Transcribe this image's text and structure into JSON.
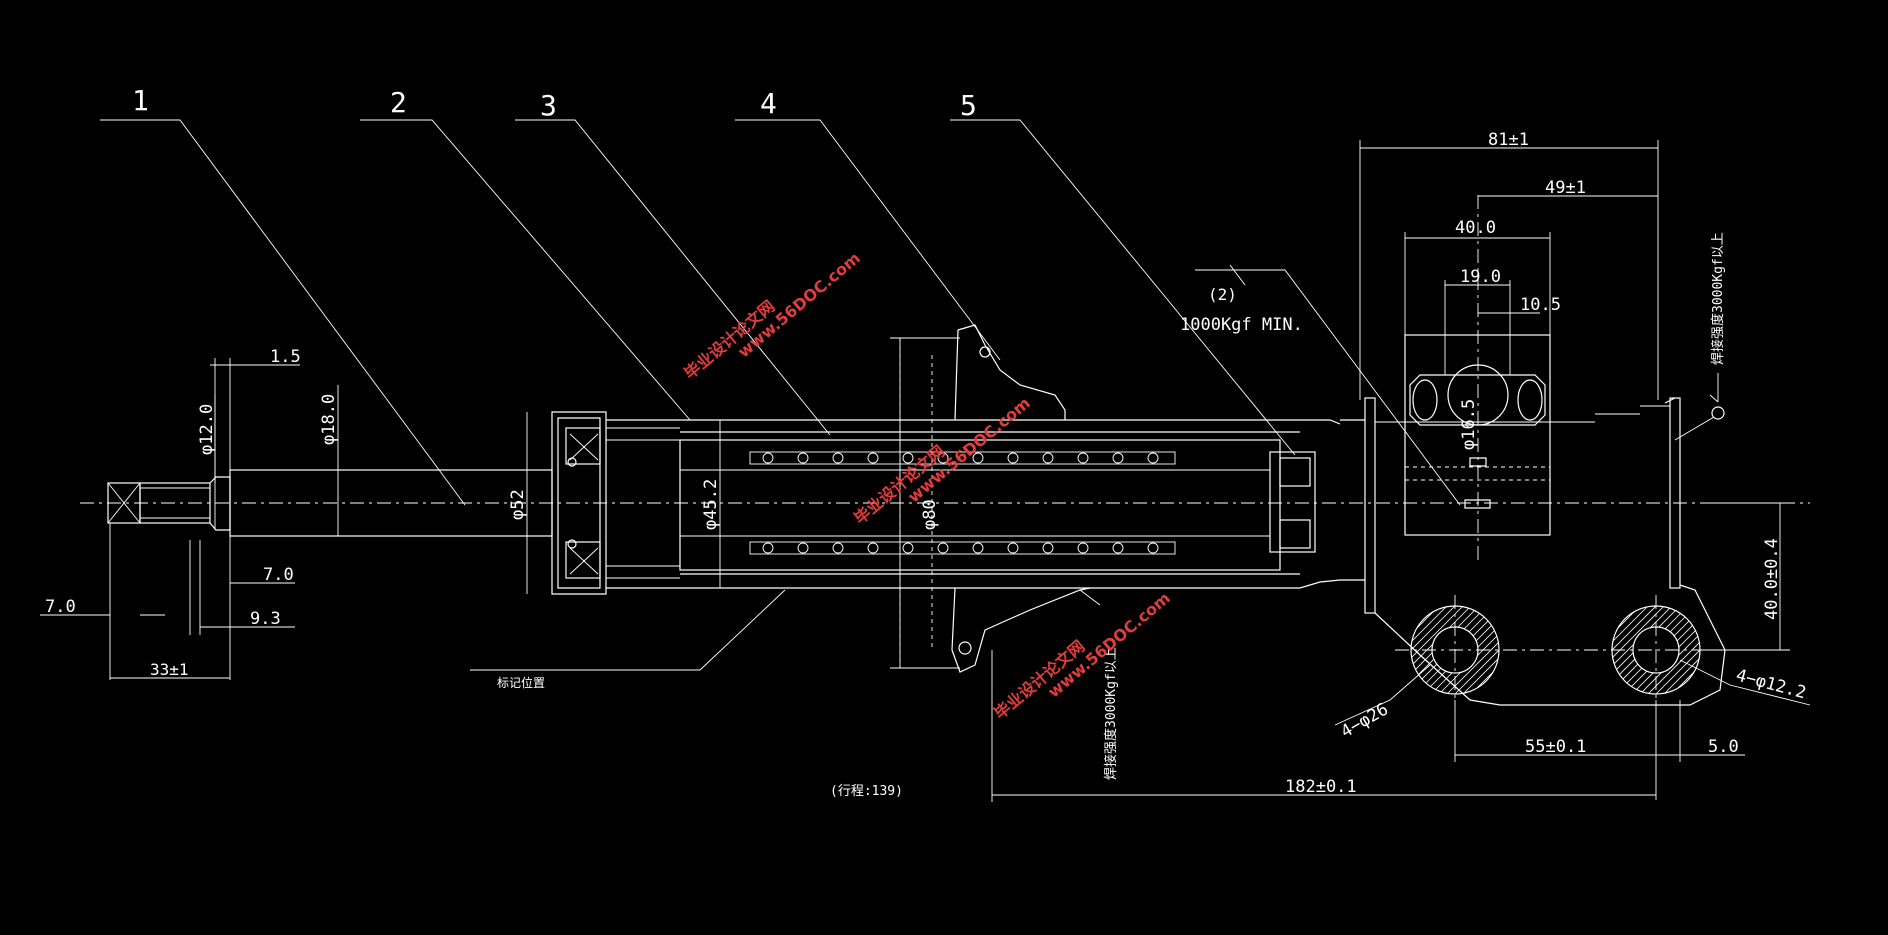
{
  "callouts": [
    "1",
    "2",
    "3",
    "4",
    "5"
  ],
  "dimensions": {
    "d_81": "81±1",
    "d_49": "49±1",
    "d_40a": "40.0",
    "d_19": "19.0",
    "d_10_5": "10.5",
    "d_16_5": "φ16.5",
    "d_1_5": "1.5",
    "d_12": "φ12.0",
    "d_18": "φ18.0",
    "d_52": "φ52",
    "d_45_2": "φ45.2",
    "d_80": "φ80",
    "d_7_0a": "7.0",
    "d_7_0b": "7.0",
    "d_9_3": "9.3",
    "d_33": "33±1",
    "d_40_4": "40.0±0.4",
    "d_4_26": "4−φ26",
    "d_4_12": "4−φ12.2",
    "d_55": "55±0.1",
    "d_5": "5.0",
    "d_182": "182±0.1"
  },
  "notes": {
    "force_num": "(2)",
    "force": "1000Kgf MIN.",
    "weld_top": "焊接强度3000Kgf以上",
    "weld_bottom": "焊接强度3000Kgf以上",
    "mark_pos": "标记位置",
    "stroke": "(行程:139)"
  },
  "watermarks": {
    "site": "www.56DOC.com",
    "name": "毕业设计论文网"
  },
  "colors": {
    "background": "#000000",
    "lines": "#ffffff",
    "watermark": "#e43b3b"
  }
}
